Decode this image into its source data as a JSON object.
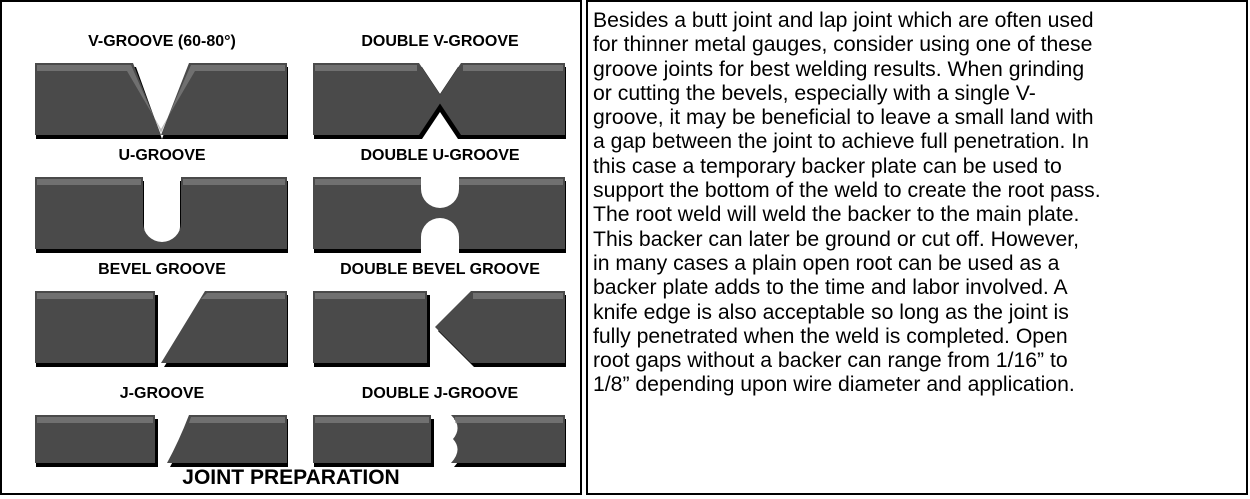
{
  "figure": {
    "title": "JOINT PREPARATION",
    "joints": [
      {
        "label": "V-GROOVE (60-80°)",
        "kind": "v-groove"
      },
      {
        "label": "DOUBLE V-GROOVE",
        "kind": "double-v-groove"
      },
      {
        "label": "U-GROOVE",
        "kind": "u-groove"
      },
      {
        "label": "DOUBLE U-GROOVE",
        "kind": "double-u-groove"
      },
      {
        "label": "BEVEL GROOVE",
        "kind": "bevel-groove"
      },
      {
        "label": "DOUBLE BEVEL GROOVE",
        "kind": "double-bevel-groove"
      },
      {
        "label": "J-GROOVE",
        "kind": "j-groove"
      },
      {
        "label": "DOUBLE J-GROOVE",
        "kind": "double-j-groove"
      }
    ]
  },
  "description": {
    "text": "Besides a butt joint and lap joint which are often used\nfor thinner metal gauges, consider using one of these\ngroove joints for best welding results.  When grinding\nor cutting the bevels, especially with a single V-\ngroove, it may be beneficial to leave a small land with\na gap between the joint to achieve full penetration.  In\nthis case a temporary backer plate can be used to\nsupport the bottom of the weld to create the root pass.\nThe root weld will weld the backer to the main plate.\nThis backer can later be ground or cut off.  However,\nin many cases a plain open root can be used as a\nbacker plate adds to the time and labor involved.   A\nknife edge is also acceptable so long as the joint is\nfully penetrated when the weld is completed.   Open\nroot gaps without a backer can range from 1/16” to\n1/8” depending upon wire diameter and application."
  },
  "colors": {
    "plate_face": "#4a4a4a",
    "plate_edge_light": "#8a8a8a",
    "plate_edge_dark": "#1a1a1a",
    "border": "#000000"
  }
}
